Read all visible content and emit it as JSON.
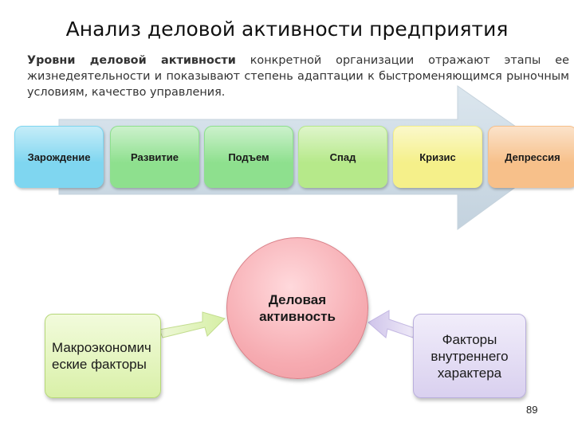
{
  "title": "Анализ деловой активности предприятия",
  "intro": {
    "bold": "Уровни деловой активности",
    "text": " конкретной организации отражают этапы ее жизнедеятельности и показывают степень адаптации к быстроменяющимся рыночным условиям, качество управления."
  },
  "stages": [
    {
      "label": "Зарождение",
      "color": "#7fd6f0"
    },
    {
      "label": "Развитие",
      "color": "#8ee08e"
    },
    {
      "label": "Подъем",
      "color": "#8ee08e"
    },
    {
      "label": "Спад",
      "color": "#b6e98a"
    },
    {
      "label": "Кризис",
      "color": "#f5f08a"
    },
    {
      "label": "Депрессия",
      "color": "#f7c08a"
    }
  ],
  "center": {
    "line1": "Деловая",
    "line2": "активность"
  },
  "left_box": {
    "line1": "Макроэкономич",
    "line2": "еские факторы"
  },
  "right_box": {
    "line1": "Факторы",
    "line2": "внутреннего",
    "line3": "характера"
  },
  "page_number": "89"
}
